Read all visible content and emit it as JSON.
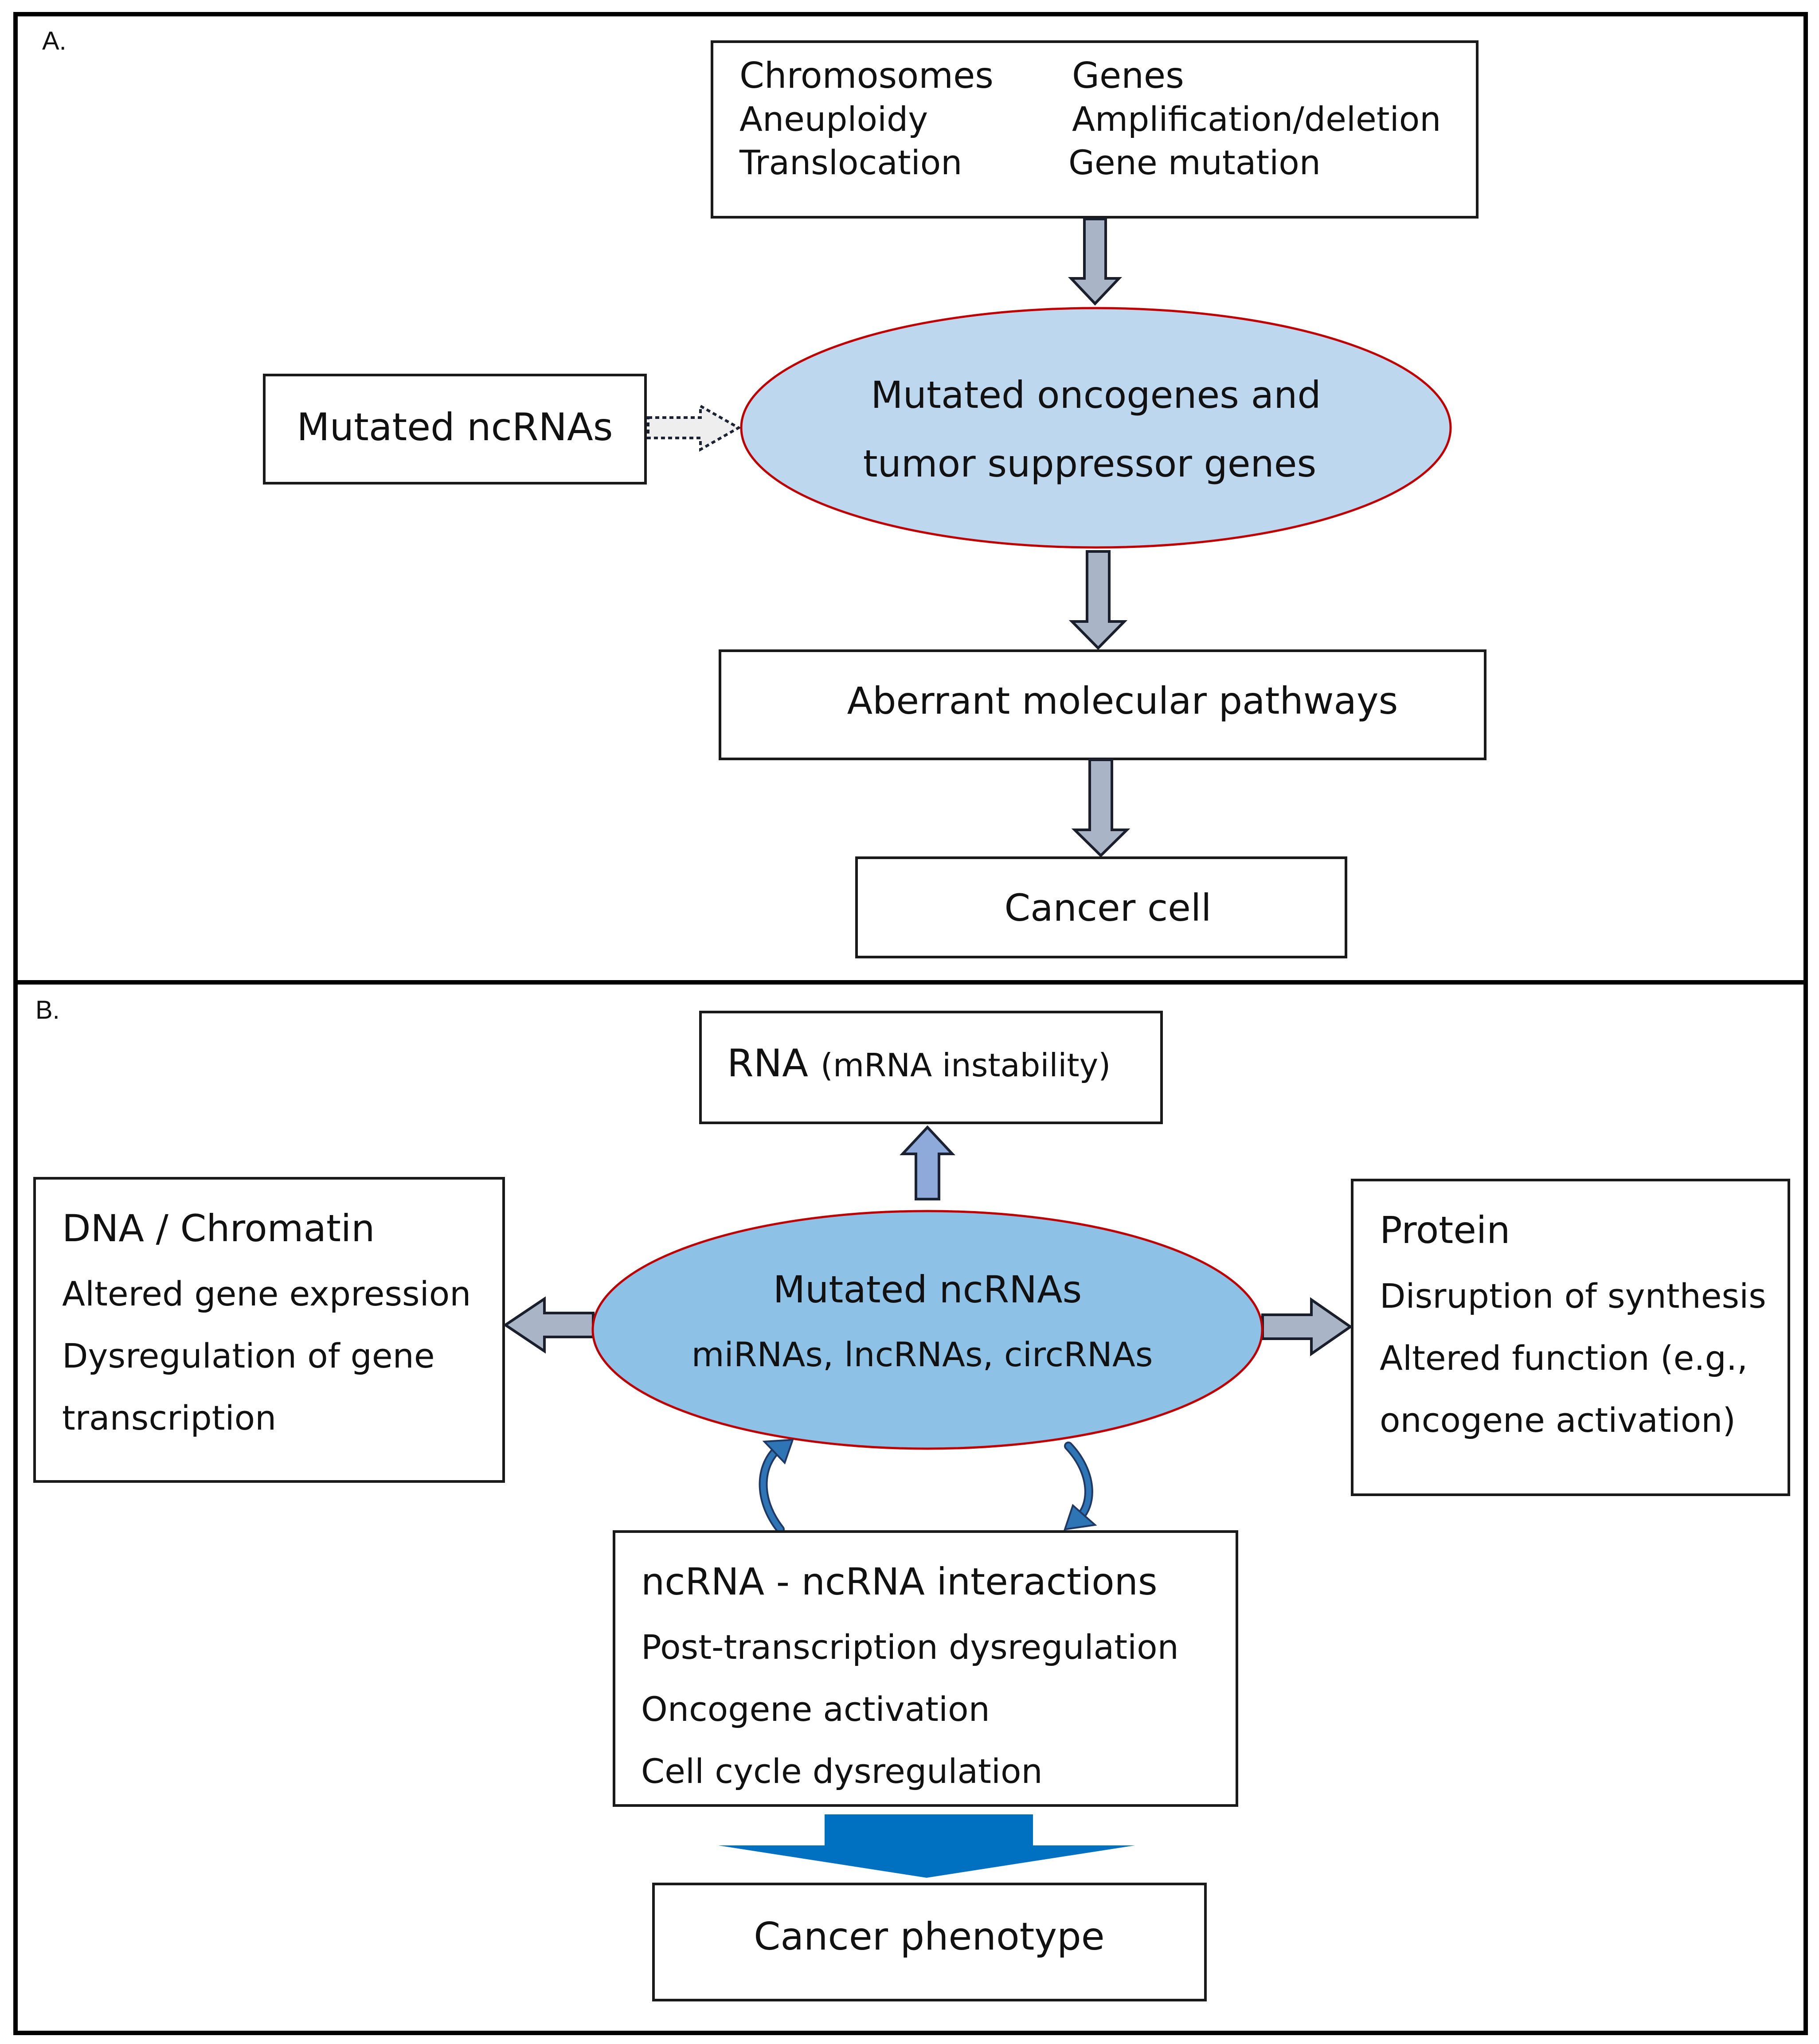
{
  "panel_a": {
    "label": "A.",
    "top_box": {
      "chromosomes_heading": "Chromosomes",
      "chromosomes_items": [
        "Aneuploidy",
        "Translocation"
      ],
      "genes_heading": "Genes",
      "genes_items": [
        "Amplification/deletion",
        "Gene mutation"
      ]
    },
    "side_box": "Mutated ncRNAs",
    "ellipse": [
      "Mutated oncogenes and",
      "tumor suppressor genes"
    ],
    "pathways_box": "Aberrant molecular pathways",
    "cancer_box": "Cancer cell"
  },
  "panel_b": {
    "label": "B.",
    "rna_box": {
      "heading": "RNA",
      "detail": "(mRNA instability)"
    },
    "dna_box": {
      "heading": "DNA / Chromatin",
      "lines": [
        "Altered gene expression",
        "Dysregulation of gene",
        "transcription"
      ]
    },
    "protein_box": {
      "heading": "Protein",
      "lines": [
        "Disruption of synthesis",
        "Altered function (e.g.,",
        "oncogene activation)"
      ]
    },
    "ellipse": {
      "title": "Mutated ncRNAs",
      "subtitle": "miRNAs, lncRNAs, circRNAs"
    },
    "interactions_box": {
      "heading": "ncRNA - ncRNA interactions",
      "lines": [
        "Post-transcription dysregulation",
        "Oncogene activation",
        "Cell cycle dysregulation"
      ]
    },
    "phenotype_box": "Cancer phenotype"
  },
  "colors": {
    "ellipse_a_fill": "#bdd7ee",
    "ellipse_b_fill": "#8ec1e6",
    "ellipse_stroke": "#c00000",
    "gray_arrow": "#a9b4c6",
    "blue_arrow": "#8eaadb",
    "big_blue_arrow": "#0070c0",
    "curved_arrow": "#2e75b6"
  }
}
